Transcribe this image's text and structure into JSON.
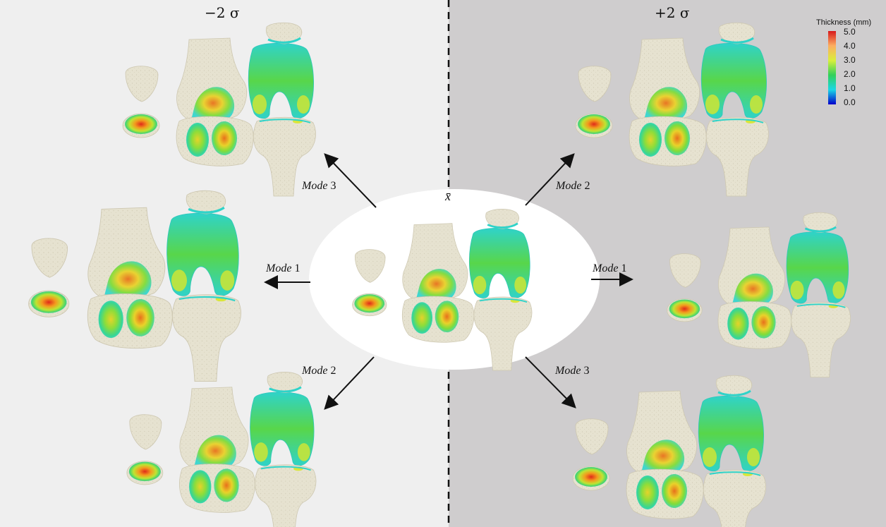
{
  "header": {
    "left_title": "−2 σ",
    "right_title": "+2 σ",
    "center_label": "x̄"
  },
  "legend": {
    "title": "Thickness (mm)",
    "ticks": [
      "5.0",
      "4.0",
      "3.0",
      "2.0",
      "1.0",
      "0.0"
    ],
    "colors": [
      "#d7191c",
      "#fdae61",
      "#d9ef3b",
      "#31d05a",
      "#1ad7e6",
      "#2050ff",
      "#0000cc"
    ]
  },
  "arrows": [
    {
      "id": "left-top",
      "prefix": "Mode",
      "number": "3"
    },
    {
      "id": "left-mid",
      "prefix": "Mode",
      "number": "1"
    },
    {
      "id": "left-bottom",
      "prefix": "Mode",
      "number": "2"
    },
    {
      "id": "right-top",
      "prefix": "Mode",
      "number": "2"
    },
    {
      "id": "right-mid",
      "prefix": "Mode",
      "number": "1"
    },
    {
      "id": "right-bottom",
      "prefix": "Mode",
      "number": "3"
    }
  ],
  "colors": {
    "left_panel": "#efefef",
    "right_panel": "#cfcdce",
    "bone": "#e6e2d0",
    "bone_edge": "#cfc9b2",
    "cart_thin": "#38d4c8",
    "cart_mid": "#7fdc3a",
    "cart_thick": "#f2c12e",
    "cart_max": "#e02a1a"
  }
}
